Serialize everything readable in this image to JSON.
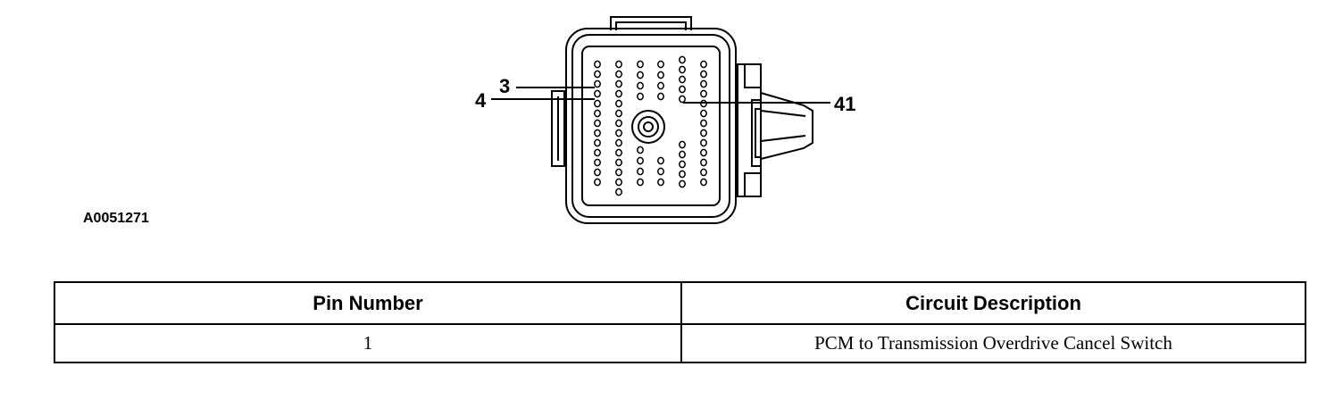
{
  "figure": {
    "id": "A0051271",
    "callouts": {
      "pin_3": "3",
      "pin_4": "4",
      "pin_41": "41"
    }
  },
  "table": {
    "headers": [
      "Pin Number",
      "Circuit Description"
    ],
    "rows": [
      {
        "pin": "1",
        "description": "PCM to Transmission Overdrive Cancel Switch"
      }
    ]
  }
}
